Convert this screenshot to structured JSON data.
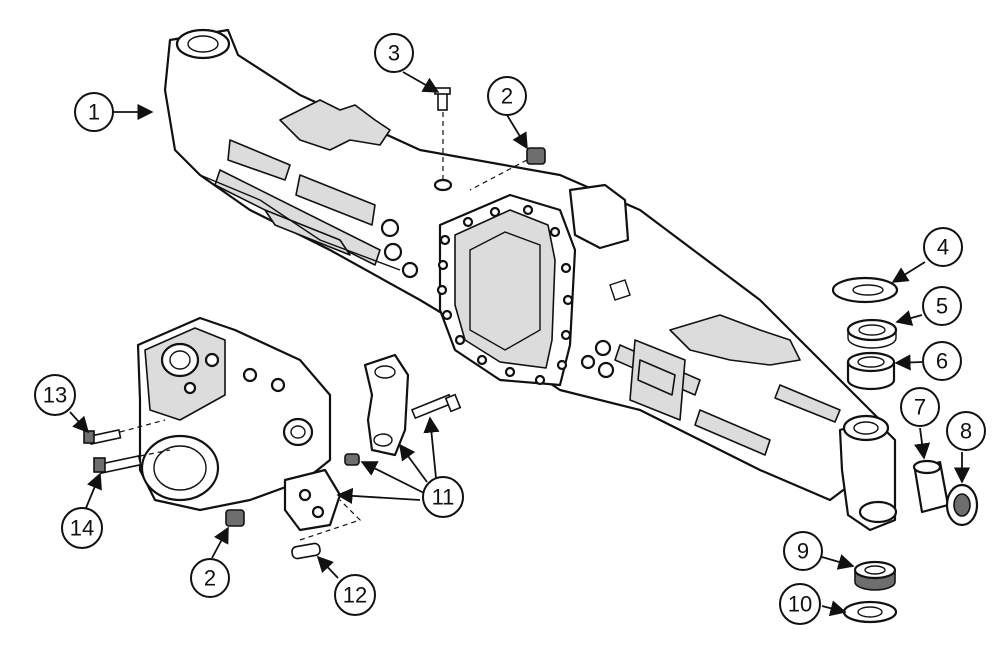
{
  "callouts": [
    {
      "id": "c1",
      "label": "1"
    },
    {
      "id": "c2a",
      "label": "2"
    },
    {
      "id": "c2b",
      "label": "2"
    },
    {
      "id": "c3",
      "label": "3"
    },
    {
      "id": "c4",
      "label": "4"
    },
    {
      "id": "c5",
      "label": "5"
    },
    {
      "id": "c6",
      "label": "6"
    },
    {
      "id": "c7",
      "label": "7"
    },
    {
      "id": "c8",
      "label": "8"
    },
    {
      "id": "c9",
      "label": "9"
    },
    {
      "id": "c10",
      "label": "10"
    },
    {
      "id": "c11",
      "label": "11"
    },
    {
      "id": "c12",
      "label": "12"
    },
    {
      "id": "c13",
      "label": "13"
    },
    {
      "id": "c14",
      "label": "14"
    }
  ],
  "parts": [
    "axle-housing",
    "plug",
    "breather-fitting",
    "thrust-washer",
    "seal",
    "bushing",
    "bushing",
    "seal",
    "seal",
    "thrust-washer",
    "bearing-cap-dowel",
    "dowel-pin",
    "bolt",
    "bolt"
  ]
}
